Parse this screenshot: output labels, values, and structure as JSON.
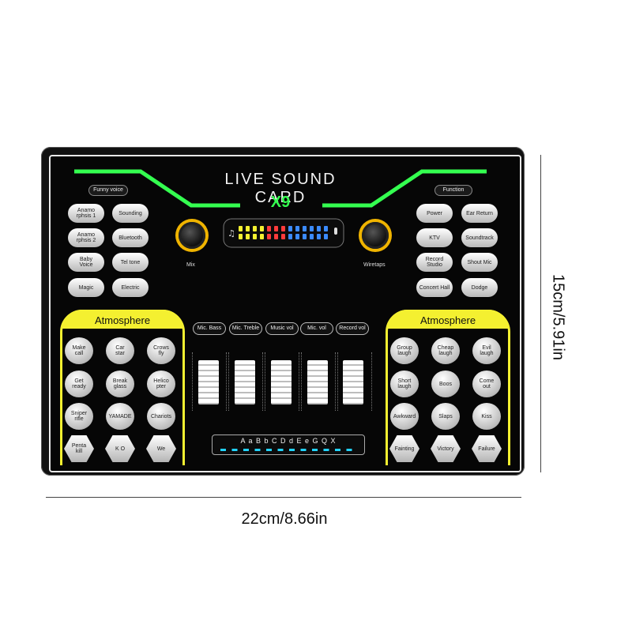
{
  "device": {
    "title": "LIVE SOUND CARD",
    "model": "X9"
  },
  "labels": {
    "funny_voice": "Funny voice",
    "function": "Function",
    "mix": "Mix",
    "wiretaps": "Wiretaps"
  },
  "funny_voice_buttons": [
    "Anamo\nrphsis 1",
    "Sounding",
    "Anamo\nrphsis 2",
    "Bluetooth",
    "Baby\nVoice",
    "Tel tone",
    "Magic",
    "Electric"
  ],
  "function_buttons": [
    "Power",
    "Ear Return",
    "KTV",
    "Soundtrack",
    "Record\nStudio",
    "Shout Mic",
    "Concert Hall",
    "Dodge"
  ],
  "faders": [
    "Mic. Bass",
    "Mic. Treble",
    "Music vol",
    "Mic. vol",
    "Record vol"
  ],
  "atmosphere_left": {
    "title": "Atmosphere",
    "buttons": [
      "Make\ncall",
      "Car\nstar",
      "Crows\nfly",
      "Get\nready",
      "Break\nglass",
      "Helico\npter",
      "Sniper\nrifle",
      "YAMADE",
      "Chariots",
      "Penta\nkill",
      "K O",
      "We"
    ]
  },
  "atmosphere_right": {
    "title": "Atmosphere",
    "buttons": [
      "Group\nlaugh",
      "Cheap\nlaugh",
      "Evil\nlaugh",
      "Short\nlaugh",
      "Boos",
      "Come\nout",
      "Awkward",
      "Slaps",
      "Kiss",
      "Fainting",
      "Victory",
      "Failure"
    ]
  },
  "key_strip": "A a B b C D d E e G Q X",
  "dimensions": {
    "height": "15cm/5.91in",
    "width": "22cm/8.66in"
  },
  "colors": {
    "accent_green": "#34ff50",
    "accent_yellow": "#f4f030",
    "body": "#111111"
  }
}
